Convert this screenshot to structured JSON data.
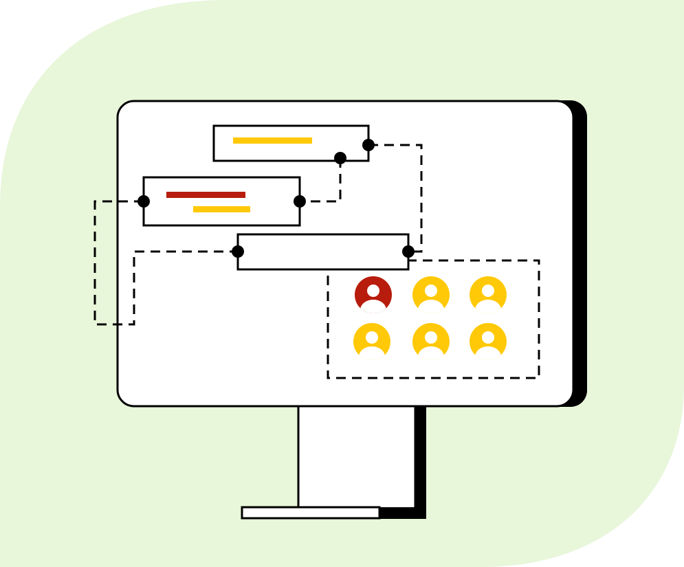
{
  "colors": {
    "background_blob": "#e8f6da",
    "outline": "#000000",
    "screen": "#ffffff",
    "red": "#b71c0c",
    "yellow": "#ffc907"
  },
  "screen": {
    "boxes": [
      {
        "name": "top-box",
        "bars": [
          "yellow"
        ]
      },
      {
        "name": "middle-box",
        "bars": [
          "red",
          "yellow"
        ]
      },
      {
        "name": "bottom-box",
        "bars": []
      }
    ],
    "user_group": {
      "avatars": [
        "red",
        "yellow",
        "yellow",
        "yellow",
        "yellow",
        "yellow"
      ]
    }
  },
  "icons": [
    "user-avatar-icon",
    "connector-node-icon"
  ]
}
